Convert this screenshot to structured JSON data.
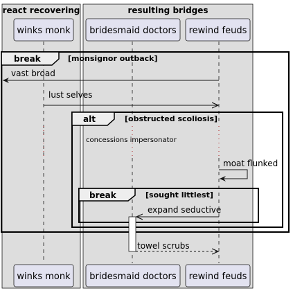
{
  "boxes": {
    "left_title": "react recovering",
    "right_title": "resulting bridges"
  },
  "participants": {
    "winks": "winks monk",
    "bridesmaid": "bridesmaid doctors",
    "rewind": "rewind feuds"
  },
  "fragments": {
    "outer_break": {
      "type": "break",
      "condition": "[monsignor outback]"
    },
    "alt": {
      "type": "alt",
      "condition": "[obstructed scoliosis]"
    },
    "inner_break": {
      "type": "break",
      "condition": "[sought littlest]"
    }
  },
  "messages": {
    "vast_broad": "vast broad",
    "lust_selves": "lust selves",
    "moat_flunked": "moat flunked",
    "expand_seductive": "expand seductive",
    "towel_scrubs": "towel scrubs"
  },
  "notes": {
    "delay_text": "concessions impersonator"
  },
  "colors": {
    "box_fill": "#dddddd",
    "participant_fill": "#e2e2f0",
    "participant_border": "#181818",
    "delay_dots": "#b02020"
  }
}
